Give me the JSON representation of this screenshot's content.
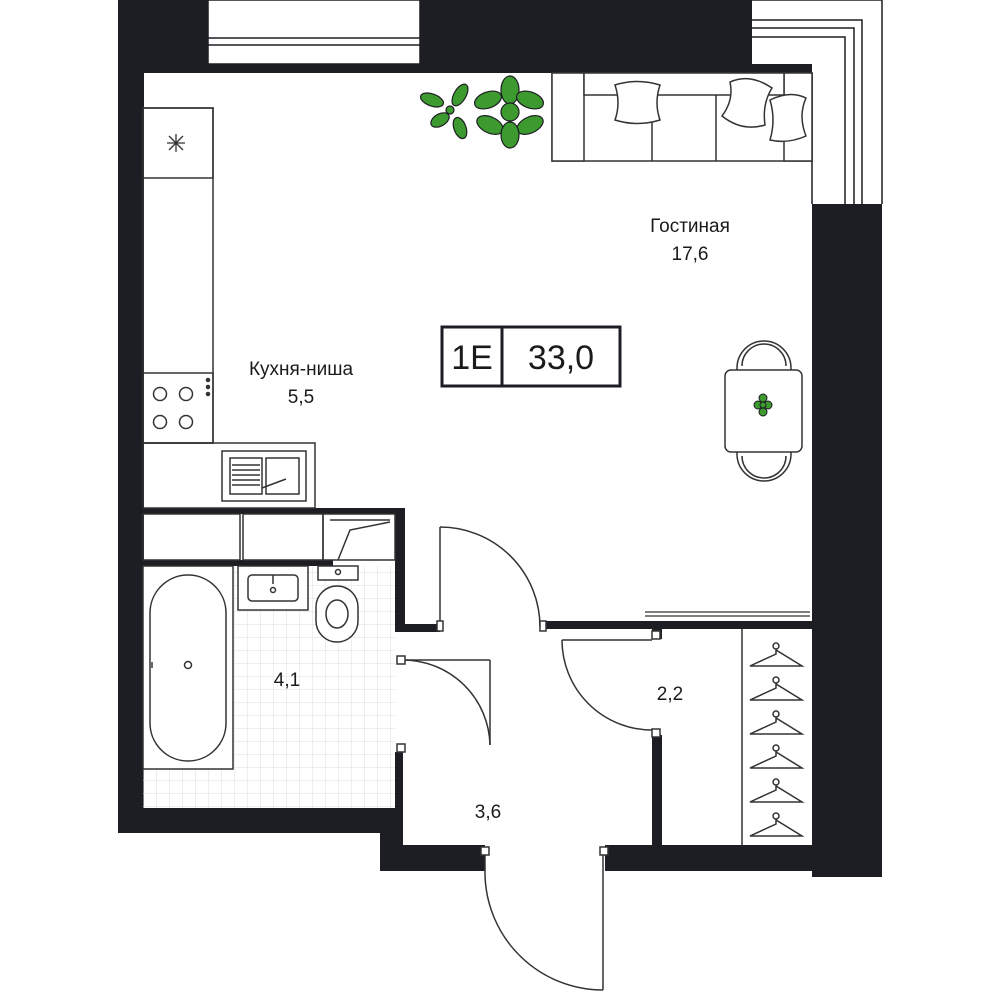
{
  "badge": {
    "type": "1Е",
    "total_area": "33,0"
  },
  "rooms": {
    "living": {
      "name": "Гостиная",
      "area": "17,6"
    },
    "kitchen": {
      "name": "Кухня-ниша",
      "area": "5,5"
    },
    "bathroom": {
      "area": "4,1"
    },
    "closet": {
      "area": "2,2"
    },
    "hall": {
      "area": "3,6"
    }
  },
  "colors": {
    "wall": "#1d1d24",
    "plant": "#3c9a2f",
    "line": "#333333",
    "tile": "#d9d9d9"
  }
}
